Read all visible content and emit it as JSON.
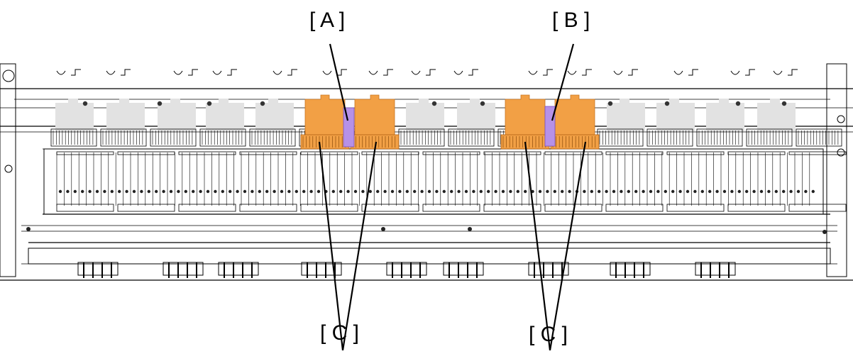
{
  "callouts": {
    "a": "[ A ]",
    "b": "[ B ]",
    "c_left": "[ C ]",
    "c_right": "[ C ]"
  },
  "colors": {
    "highlight_orange": "#f2a045",
    "highlight_purple": "#b691e8",
    "ghost_block": "#e2e2e2",
    "line": "#000000",
    "background": "#ffffff"
  }
}
